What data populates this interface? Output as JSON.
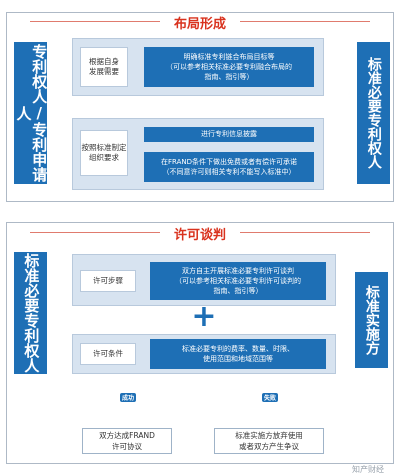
{
  "top": {
    "title": "布局形成",
    "left_bar": "专利权人/专利申请人",
    "right_bar": "标准必要专利权人",
    "rows": [
      {
        "label": "根据自身\n发展需要",
        "content": "明确标准专利链合布局目标等\n（可以参考相关标准必要专利融合布局的\n指南、指引等）"
      },
      {
        "label": "按照标准制定\n组织要求",
        "content_a": "进行专利信息披露",
        "content_b": "在FRAND条件下做出免费或者有偿许可承诺\n（不同意许可则相关专利不能写入标准中）"
      }
    ]
  },
  "bottom": {
    "title": "许可谈判",
    "left_bar": "标准必要专利权人",
    "right_bar": "标准实施方",
    "rows": [
      {
        "label": "许可步骤",
        "content": "双方自主开展标准必要专利许可谈判\n（可以参考相关标准必要专利许可谈判的\n指南、指引等）"
      },
      {
        "label": "许可条件",
        "content": "标准必要专利的费率、数量、时限、\n使用范围和地域范围等"
      }
    ],
    "plus": "+",
    "outcomes": [
      {
        "tag": "成功",
        "text": "双方达成FRAND\n许可协议"
      },
      {
        "tag": "失败",
        "text": "标准实施方放弃使用\n或者双方产生争议"
      }
    ]
  },
  "watermark": "知产财经",
  "colors": {
    "accent": "#1e6fb5",
    "title": "#d9321e",
    "panel_fill": "#d7e3f0"
  }
}
